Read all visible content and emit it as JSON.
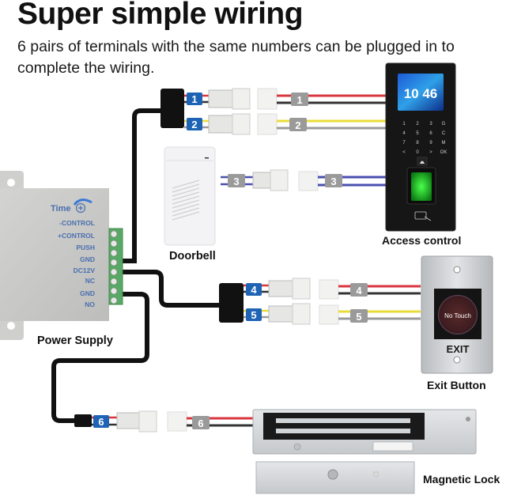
{
  "header": {
    "title": "Super simple wiring",
    "subtitle": "6 pairs of terminals with the same numbers can be plugged in to complete the wiring."
  },
  "devices": {
    "power_supply": {
      "label": "Power Supply",
      "time_label": "Time",
      "terminals": [
        "-CONTROL",
        "+CONTROL",
        "PUSH",
        "GND",
        "DC12V",
        "NC",
        "GND",
        "NO"
      ]
    },
    "doorbell": {
      "label": "Doorbell"
    },
    "access_control": {
      "label": "Access control",
      "clock": "10 46",
      "keypad": [
        "1",
        "2",
        "3",
        "G",
        "4",
        "5",
        "6",
        "C",
        "7",
        "8",
        "9",
        "M",
        "<",
        "0",
        ">",
        "OK"
      ]
    },
    "exit_button": {
      "label": "Exit Button",
      "button_text": "No Touch",
      "plate_text": "EXIT"
    },
    "magnetic_lock": {
      "label": "Magnetic Lock"
    }
  },
  "connections": [
    {
      "number": "1",
      "wire_colors": [
        "#d9363e",
        "#333333"
      ]
    },
    {
      "number": "2",
      "wire_colors": [
        "#e8dc3a",
        "#9a9a9a"
      ]
    },
    {
      "number": "3",
      "wire_colors": [
        "#4a4fb0",
        "#4a4fb0"
      ]
    },
    {
      "number": "4",
      "wire_colors": [
        "#d9363e",
        "#333333"
      ]
    },
    {
      "number": "5",
      "wire_colors": [
        "#e8dc3a",
        "#9a9a9a"
      ]
    },
    {
      "number": "6",
      "wire_colors": [
        "#d9363e",
        "#333333"
      ]
    }
  ],
  "colors": {
    "source_tag": "#1f63b5",
    "dest_tag": "#9a9a9a",
    "terminal_block": "#5aa866",
    "ps_text": "#4a6fb0"
  }
}
